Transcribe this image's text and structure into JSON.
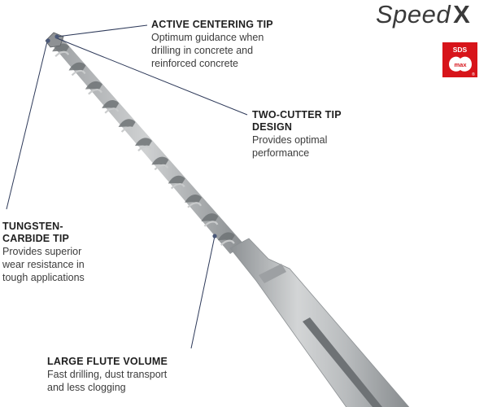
{
  "brand": {
    "name": "Speed",
    "suffix": "X",
    "badge_top": "SDS",
    "badge_bottom": "max",
    "badge_color": "#d7141a"
  },
  "callouts": {
    "active_centering_tip": {
      "title": "ACTIVE CENTERING TIP",
      "desc_lines": [
        "Optimum guidance when",
        "drilling in concrete and",
        "reinforced concrete"
      ]
    },
    "two_cutter_tip": {
      "title_lines": [
        "TWO-CUTTER TIP",
        "DESIGN"
      ],
      "desc_lines": [
        "Provides optimal",
        "performance"
      ]
    },
    "tungsten_carbide_tip": {
      "title_lines": [
        "TUNGSTEN-",
        "CARBIDE TIP"
      ],
      "desc_lines": [
        "Provides superior",
        "wear resistance in",
        "tough applications"
      ]
    },
    "large_flute_volume": {
      "title": "LARGE FLUTE VOLUME",
      "desc_lines": [
        "Fast drilling, dust transport",
        "and less clogging"
      ]
    }
  },
  "colors": {
    "leader_line": "#2e3a5a",
    "steel_light": "#c9cbcc",
    "steel_mid": "#a4a7a9",
    "steel_dark": "#6f7376"
  }
}
